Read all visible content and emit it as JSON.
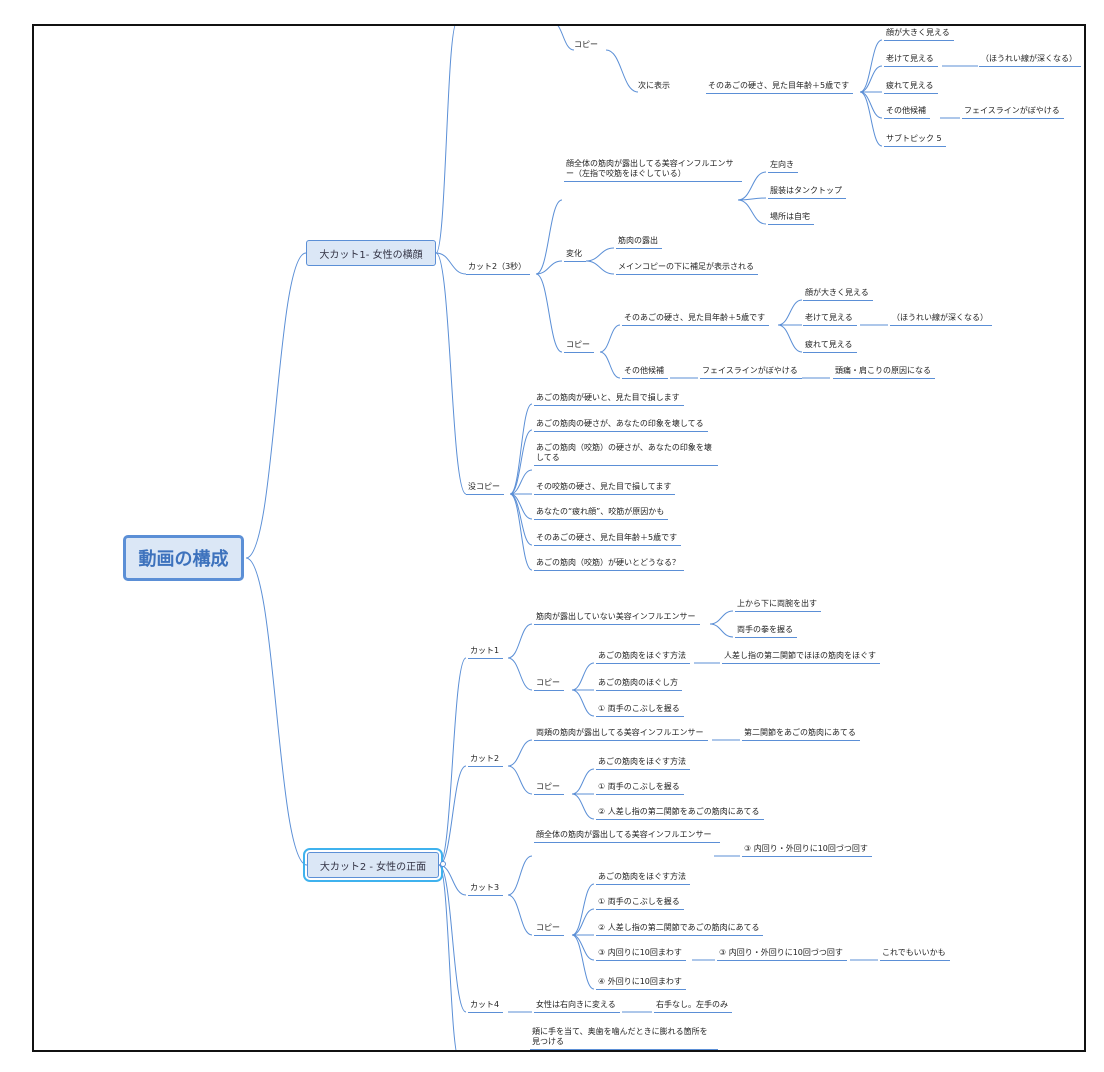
{
  "root": {
    "label": "動画の構成"
  },
  "cut1": {
    "label": "大カット1- 女性の横顔",
    "top_copy": {
      "label": "コピー",
      "next": "次に表示",
      "next_text": "そのあごの硬さ、見た目年齢＋5歳です",
      "items": [
        "顔が大きく見える",
        "老けて見える",
        "疲れて見える",
        "その他候補",
        "サブトピック 5"
      ],
      "sub_older": "（ほうれい線が深くなる）",
      "sub_other": "フェイスラインがぼやける"
    },
    "c2": {
      "label": "カット2（3秒）",
      "face": "顔全体の筋肉が露出してる美容インフルエンサー（左指で咬筋をほぐしている）",
      "face_items": [
        "左向き",
        "服装はタンクトップ",
        "場所は自宅"
      ],
      "change": "変化",
      "change_items": [
        "筋肉の露出",
        "メインコピーの下に補足が表示される"
      ],
      "copy": "コピー",
      "copy_main": "そのあごの硬さ、見た目年齢＋5歳です",
      "copy_items": [
        "顔が大きく見える",
        "老けて見える",
        "疲れて見える"
      ],
      "copy_sub": "（ほうれい線が深くなる）",
      "other": "その他候補",
      "other_a": "フェイスラインがぼやける",
      "other_b": "頭痛・肩こりの原因になる"
    },
    "rejected": {
      "label": "没コピー",
      "items": [
        "あごの筋肉が硬いと、見た目で損します",
        "あごの筋肉の硬さが、あなたの印象を壊してる",
        "あごの筋肉（咬筋）の硬さが、あなたの印象を壊してる",
        "その咬筋の硬さ、見た目で損してます",
        "あなたの“疲れ顔”、咬筋が原因かも",
        "そのあごの硬さ、見た目年齢＋5歳です",
        "あごの筋肉（咬筋）が硬いとどうなる？"
      ]
    }
  },
  "cut2": {
    "label": "大カット2 - 女性の正面",
    "k1": {
      "label": "カット1",
      "model": "筋肉が露出していない美容インフルエンサー",
      "model_items": [
        "上から下に両腕を出す",
        "両手の拳を握る"
      ],
      "copy": "コピー",
      "copy_items": [
        "あごの筋肉をほぐす方法",
        "あごの筋肉のほぐし方",
        "① 両手のこぶしを握る"
      ],
      "copy_sub": "人差し指の第二関節でほほの筋肉をほぐす"
    },
    "k2": {
      "label": "カット2",
      "model": "両頬の筋肉が露出してる美容インフルエンサー",
      "model_sub": "第二関節をあごの筋肉にあてる",
      "copy": "コピー",
      "copy_items": [
        "あごの筋肉をほぐす方法",
        "① 両手のこぶしを握る",
        "② 人差し指の第二関節をあごの筋肉にあてる"
      ]
    },
    "k3": {
      "label": "カット3",
      "model": "顔全体の筋肉が露出してる美容インフルエンサー",
      "model_sub": "③ 内回り・外回りに10回づつ回す",
      "copy": "コピー",
      "copy_items": [
        "あごの筋肉をほぐす方法",
        "① 両手のこぶしを握る",
        "② 人差し指の第二関節であごの筋肉にあてる",
        "③ 内回りに10回まわす",
        "④ 外回りに10回まわす"
      ],
      "alt_a": "③ 内回り・外回りに10回づつ回す",
      "alt_b": "これでもいいかも"
    },
    "k4": {
      "label": "カット4",
      "a": "女性は右向きに変える",
      "b": "右手なし。左手のみ"
    },
    "extra": "頬に手を当て、奥歯を噛んだときに膨れる箇所を見つける"
  },
  "colors": {
    "line": "#5b8fd6",
    "node_fill": "#dbe7f6",
    "selected": "#3fb2ee"
  }
}
